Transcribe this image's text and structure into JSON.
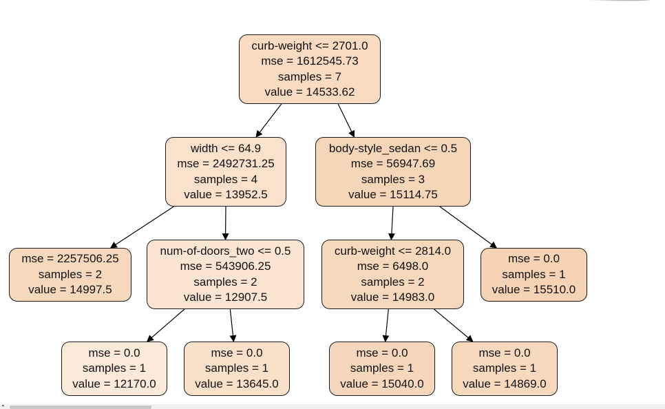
{
  "tree": {
    "fill_colors": {
      "light": "#fae5d3",
      "medium": "#f8dec6",
      "dark": "#f6d6b8"
    },
    "nodes": [
      {
        "lines": [
          "curb-weight <= 2701.0",
          "mse = 1612545.73",
          "samples = 7",
          "value = 14533.62"
        ],
        "fill": "#f8dbc0"
      },
      {
        "lines": [
          "width <= 64.9",
          "mse = 2492731.25",
          "samples = 4",
          "value = 13952.5"
        ],
        "fill": "#f9e1cb"
      },
      {
        "lines": [
          "body-style_sedan <= 0.5",
          "mse = 56947.69",
          "samples = 3",
          "value = 15114.75"
        ],
        "fill": "#f6d6b9"
      },
      {
        "lines": [
          "mse = 2257506.25",
          "samples = 2",
          "value = 14997.5"
        ],
        "fill": "#f6d8bc"
      },
      {
        "lines": [
          "num-of-doors_two <= 0.5",
          "mse = 543906.25",
          "samples = 2",
          "value = 12907.5"
        ],
        "fill": "#fae5d3"
      },
      {
        "lines": [
          "curb-weight <= 2814.0",
          "mse = 6498.0",
          "samples = 2",
          "value = 14983.0"
        ],
        "fill": "#f6d8bc"
      },
      {
        "lines": [
          "mse = 0.0",
          "samples = 1",
          "value = 15510.0"
        ],
        "fill": "#f5d3b4"
      },
      {
        "lines": [
          "mse = 0.0",
          "samples = 1",
          "value = 12170.0"
        ],
        "fill": "#fbe9da"
      },
      {
        "lines": [
          "mse = 0.0",
          "samples = 1",
          "value = 13645.0"
        ],
        "fill": "#f9e0c9"
      },
      {
        "lines": [
          "mse = 0.0",
          "samples = 1",
          "value = 15040.0"
        ],
        "fill": "#f6d7bb"
      },
      {
        "lines": [
          "mse = 0.0",
          "samples = 1",
          "value = 14869.0"
        ],
        "fill": "#f7d9be"
      }
    ],
    "edges": [
      {
        "from": 0,
        "to": 1
      },
      {
        "from": 0,
        "to": 2
      },
      {
        "from": 1,
        "to": 3
      },
      {
        "from": 1,
        "to": 4
      },
      {
        "from": 2,
        "to": 5
      },
      {
        "from": 2,
        "to": 6
      },
      {
        "from": 4,
        "to": 7
      },
      {
        "from": 4,
        "to": 8
      },
      {
        "from": 5,
        "to": 9
      },
      {
        "from": 5,
        "to": 10
      }
    ],
    "edge_color": "#000000"
  },
  "scrollbar": {
    "arrow": "◂"
  }
}
